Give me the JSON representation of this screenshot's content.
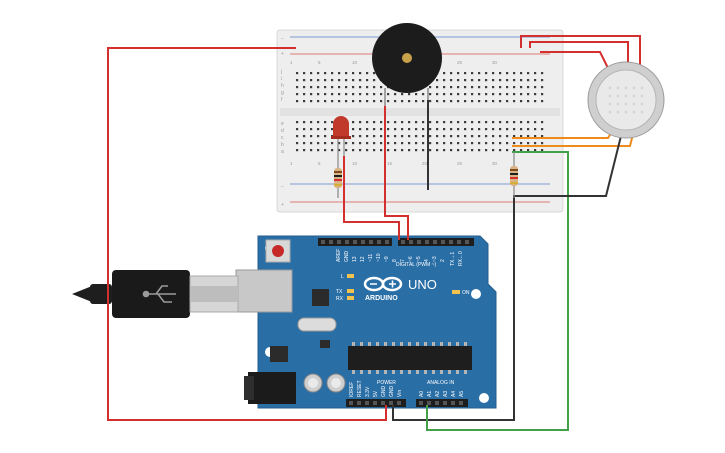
{
  "arduino": {
    "logo_text": "ARDUINO",
    "model": "UNO",
    "digital_label": "DIGITAL (PWM ~)",
    "power_label": "POWER",
    "analog_label": "ANALOG IN",
    "on_label": "ON",
    "l_label": "L",
    "tx_label": "TX",
    "rx_label": "RX",
    "aref_label": "AREF",
    "gnd_label": "GND",
    "digital_pins": [
      "13",
      "12",
      "~11",
      "~10",
      "~9",
      "8",
      "7",
      "~6",
      "~5",
      "4",
      "~3",
      "2",
      "TX→1",
      "RX←0"
    ],
    "power_pins": [
      "IOREF",
      "RESET",
      "3.3V",
      "5V",
      "GND",
      "GND",
      "Vin"
    ],
    "analog_pins": [
      "A0",
      "A1",
      "A2",
      "A3",
      "A4",
      "A5"
    ]
  },
  "breadboard": {
    "column_numbers": [
      "1",
      "5",
      "10",
      "15",
      "20",
      "25",
      "30"
    ],
    "row_letters_top": [
      "j",
      "i",
      "h",
      "g",
      "f"
    ],
    "row_letters_bottom": [
      "e",
      "d",
      "c",
      "b",
      "a"
    ],
    "rail_minus": "−",
    "rail_plus": "+"
  },
  "components": {
    "led_color": "#c0392b",
    "buzzer_color": "#1c1c1c",
    "sensor_color": "#e6e6e6"
  },
  "wire_colors": {
    "red": "#d32f2f",
    "black": "#333333",
    "green": "#43a047",
    "orange": "#ef8a1c"
  }
}
